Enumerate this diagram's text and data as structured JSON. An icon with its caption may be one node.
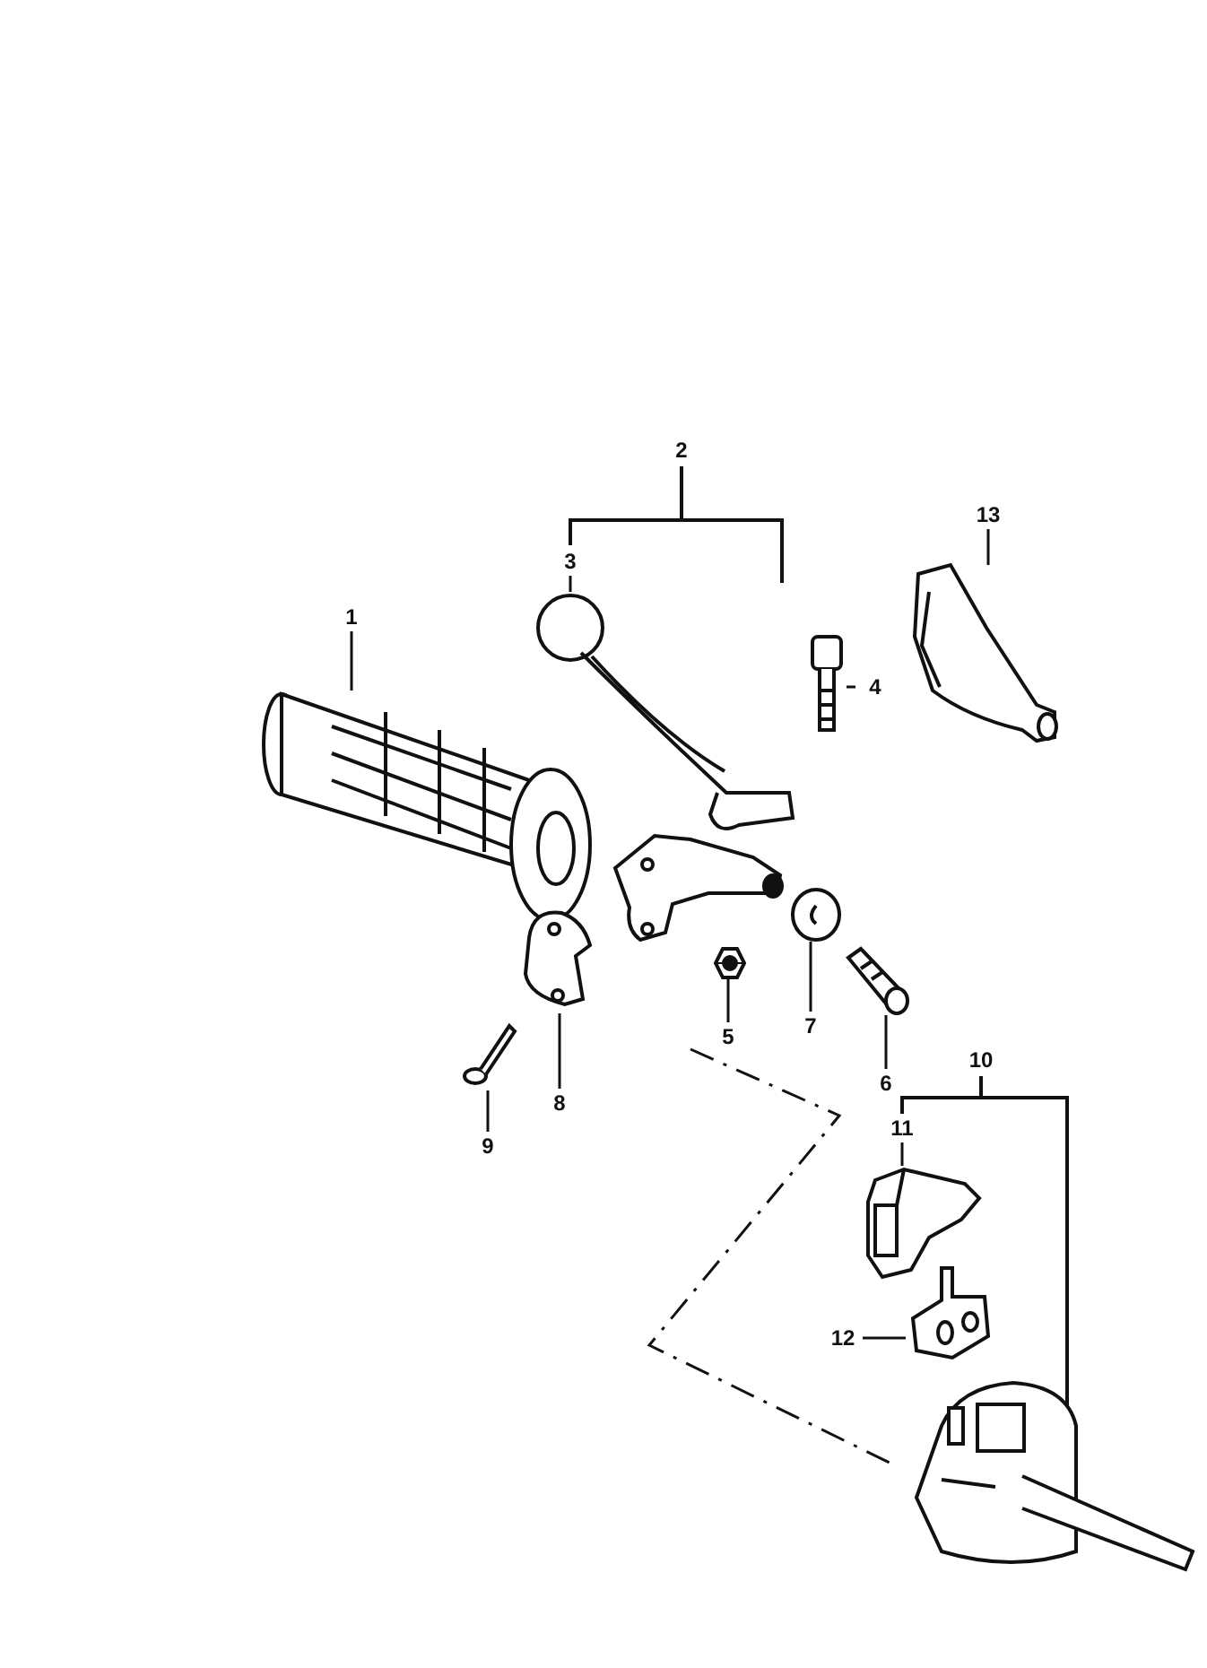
{
  "diagram": {
    "nodes": [
      {
        "text": [
          "3"
        ]
      },
      {
        "text": [],
        "shape": "picture"
      },
      {
        "text": [
          "13"
        ]
      },
      {
        "text": [],
        "shape": "picture"
      },
      {
        "text": [
          "1"
        ]
      },
      {
        "text": [],
        "shape": "picture"
      },
      {
        "text": [
          "4"
        ]
      },
      {
        "text": [],
        "shape": "picture"
      },
      {
        "text": [
          "7"
        ]
      },
      {
        "text": [],
        "shape": "picture"
      },
      {
        "text": [
          "5"
        ]
      },
      {
        "text": [],
        "shape": "picture"
      },
      {
        "text": [
          "6"
        ]
      },
      {
        "text": [],
        "shape": "picture"
      },
      {
        "text": [
          "8"
        ]
      },
      {
        "text": [],
        "shape": "picture"
      },
      {
        "text": [
          "9"
        ]
      },
      {
        "text": [],
        "shape": "picture"
      },
      {
        "text": [
          "11"
        ]
      },
      {
        "text": [],
        "shape": "picture"
      },
      {
        "text": [
          "12"
        ]
      },
      {
        "text": [],
        "shape": "picture"
      }
    ],
    "edges": [
      {
        "from": 0,
        "to": 1,
        "arrow": "none"
      },
      {
        "from": 2,
        "to": 3,
        "arrow": "none"
      },
      {
        "from": 4,
        "to": 5,
        "arrow": "none"
      },
      {
        "from": 6,
        "to": 7,
        "arrow": "none"
      },
      {
        "from": 8,
        "to": 9,
        "arrow": "none"
      },
      {
        "from": 10,
        "to": 11,
        "arrow": "none"
      },
      {
        "from": 12,
        "to": 13,
        "arrow": "none"
      },
      {
        "from": 14,
        "to": 15,
        "arrow": "none"
      },
      {
        "from": 16,
        "to": 17,
        "arrow": "none"
      },
      {
        "from": 18,
        "to": 19,
        "arrow": "none"
      },
      {
        "from": 20,
        "to": 21,
        "arrow": "none"
      }
    ],
    "labels": [
      "2",
      "10"
    ]
  }
}
